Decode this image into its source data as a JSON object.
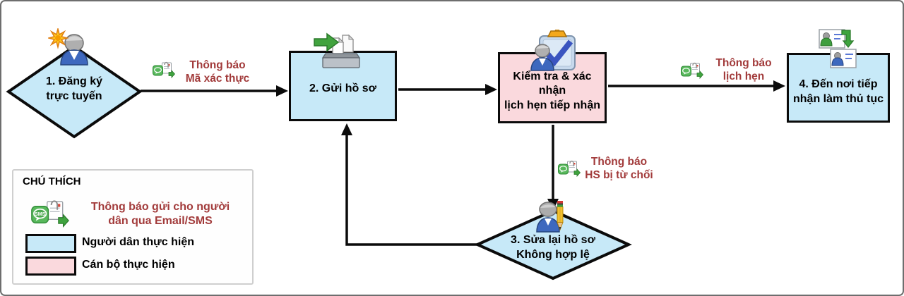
{
  "diagram": {
    "nodes": {
      "register": {
        "line1": "1. Đăng ký",
        "line2": "trực tuyến"
      },
      "submit": {
        "label": "2. Gửi hồ sơ"
      },
      "verify": {
        "line1": "Kiểm tra & xác nhận",
        "line2": "lịch hẹn tiếp nhận"
      },
      "arrive": {
        "line1": "4. Đến nơi tiếp",
        "line2": "nhận làm thủ tục"
      },
      "revise": {
        "line1": "3. Sửa lại hồ sơ",
        "line2": "Không hợp lệ"
      }
    },
    "edge_labels": {
      "auth_code": {
        "line1": "Thông báo",
        "line2": "Mã xác thực"
      },
      "appointment": {
        "line1": "Thông báo",
        "line2": "lịch hẹn"
      },
      "rejected": {
        "line1": "Thông báo",
        "line2": "HS bị từ chối"
      }
    }
  },
  "legend": {
    "title": "CHÚ THÍCH",
    "sms_badge": "SMS",
    "notification": {
      "line1": "Thông báo gửi cho người",
      "line2": "dân qua Email/SMS"
    },
    "citizen": "Người dân thực hiện",
    "officer": "Cán bộ thực hiện"
  },
  "colors": {
    "citizen_fill": "#C7E9F8",
    "officer_fill": "#FAD9DD",
    "outline": "#0b0b0b",
    "notification_text": "#A23B3B"
  }
}
